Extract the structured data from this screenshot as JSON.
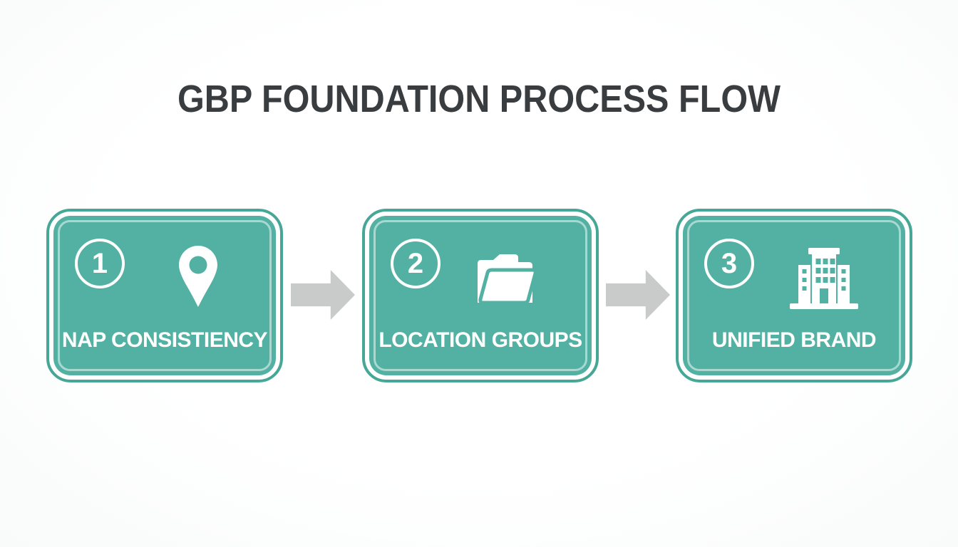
{
  "title": "GBP FOUNDATION PROCESS FLOW",
  "steps": [
    {
      "number": "1",
      "label": "NAP CONSISTIENCY",
      "icon": "map-pin-icon"
    },
    {
      "number": "2",
      "label": "LOCATION GROUPS",
      "icon": "folder-icon"
    },
    {
      "number": "3",
      "label": "UNIFIED BRAND",
      "icon": "building-icon"
    }
  ],
  "arrows": [
    {
      "name": "right-arrow"
    },
    {
      "name": "right-arrow"
    }
  ],
  "colors": {
    "teal": "#52b1a2",
    "teal_outline": "#46a796",
    "arrow_gray": "#c9cbca",
    "title_color": "#3a3d40",
    "background": "#fdfdfd",
    "white": "#ffffff"
  }
}
